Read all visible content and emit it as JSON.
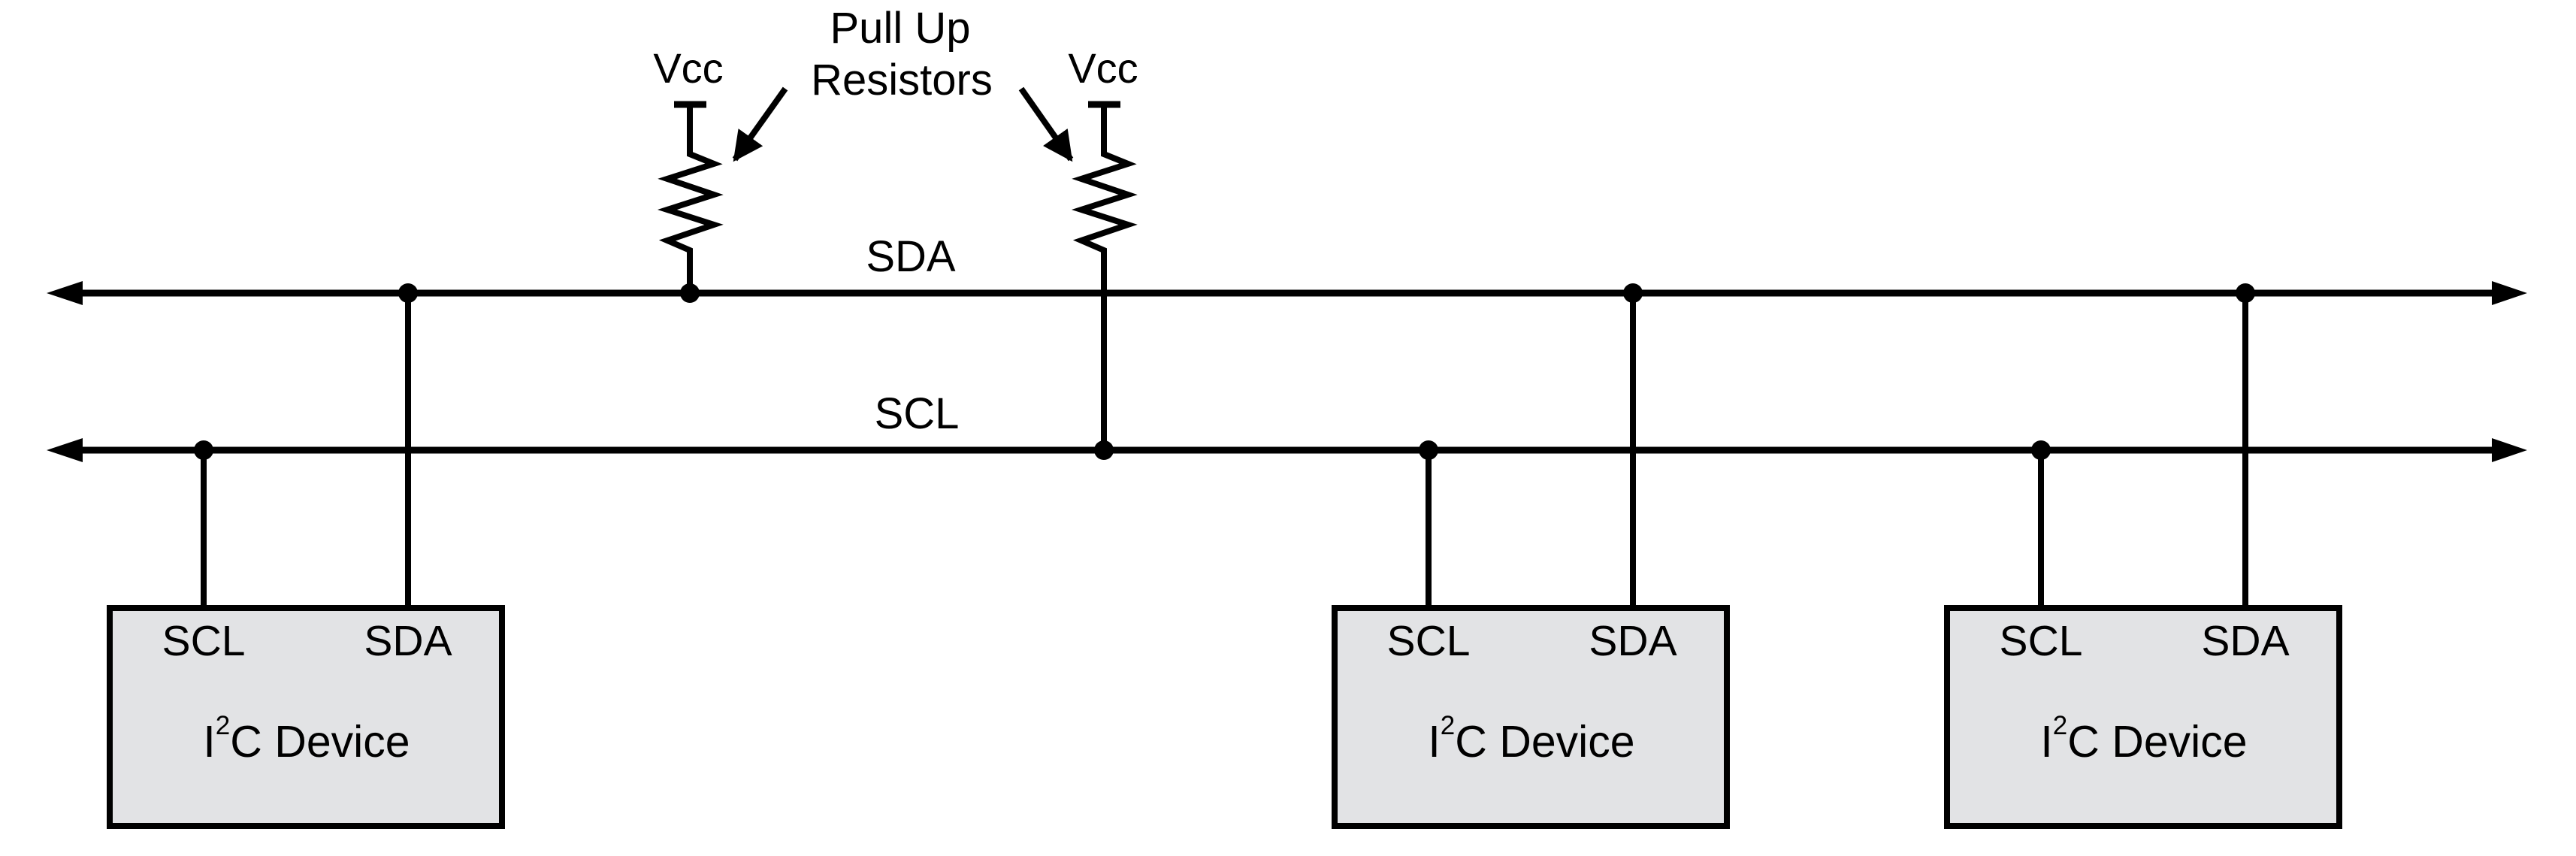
{
  "title": "I2C bus with pull-up resistors",
  "colors": {
    "line": "#000000",
    "device_fill": "#e2e3e5",
    "background": "#ffffff"
  },
  "annotation": {
    "line1": "Pull Up",
    "line2": "Resistors"
  },
  "buses": [
    {
      "id": "sda",
      "label": "SDA"
    },
    {
      "id": "scl",
      "label": "SCL"
    }
  ],
  "pullups": [
    {
      "supply_label": "Vcc",
      "connects_to": "SDA"
    },
    {
      "supply_label": "Vcc",
      "connects_to": "SCL"
    }
  ],
  "devices": [
    {
      "name_prefix": "I",
      "name_sup": "2",
      "name_suffix": "C Device",
      "pin_scl": "SCL",
      "pin_sda": "SDA"
    },
    {
      "name_prefix": "I",
      "name_sup": "2",
      "name_suffix": "C Device",
      "pin_scl": "SCL",
      "pin_sda": "SDA"
    },
    {
      "name_prefix": "I",
      "name_sup": "2",
      "name_suffix": "C Device",
      "pin_scl": "SCL",
      "pin_sda": "SDA"
    }
  ]
}
